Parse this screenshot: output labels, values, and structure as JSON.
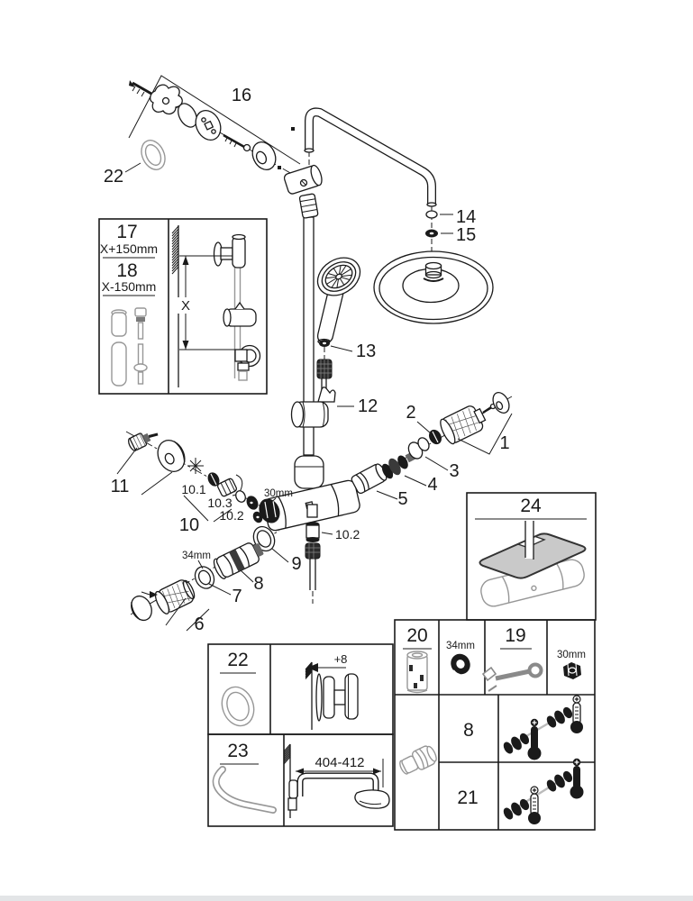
{
  "callouts": {
    "c16": "16",
    "c22": "22",
    "c14": "14",
    "c15": "15",
    "c13": "13",
    "c12": "12",
    "c1": "1",
    "c2": "2",
    "c3": "3",
    "c4": "4",
    "c5": "5",
    "c11": "11",
    "c10": "10",
    "c10_1": "10.1",
    "c10_3": "10.3",
    "c10_2": "10.2",
    "c10_2b": "10.2",
    "c30": "30mm",
    "c34": "34mm",
    "c9": "9",
    "c8": "8",
    "c7": "7",
    "c6": "6"
  },
  "inset_17_18": {
    "pa": "17",
    "fa": "X+150mm",
    "pb": "18",
    "fb": "X-150mm",
    "x": "X"
  },
  "inset_24": {
    "label": "24"
  },
  "inset_22": {
    "label": "22",
    "offset": "+8"
  },
  "inset_23": {
    "label": "23",
    "range": "404-412"
  },
  "table": {
    "t20": "20",
    "s34": "34mm",
    "t19": "19",
    "s30": "30mm",
    "r8": "8",
    "r21": "21"
  }
}
